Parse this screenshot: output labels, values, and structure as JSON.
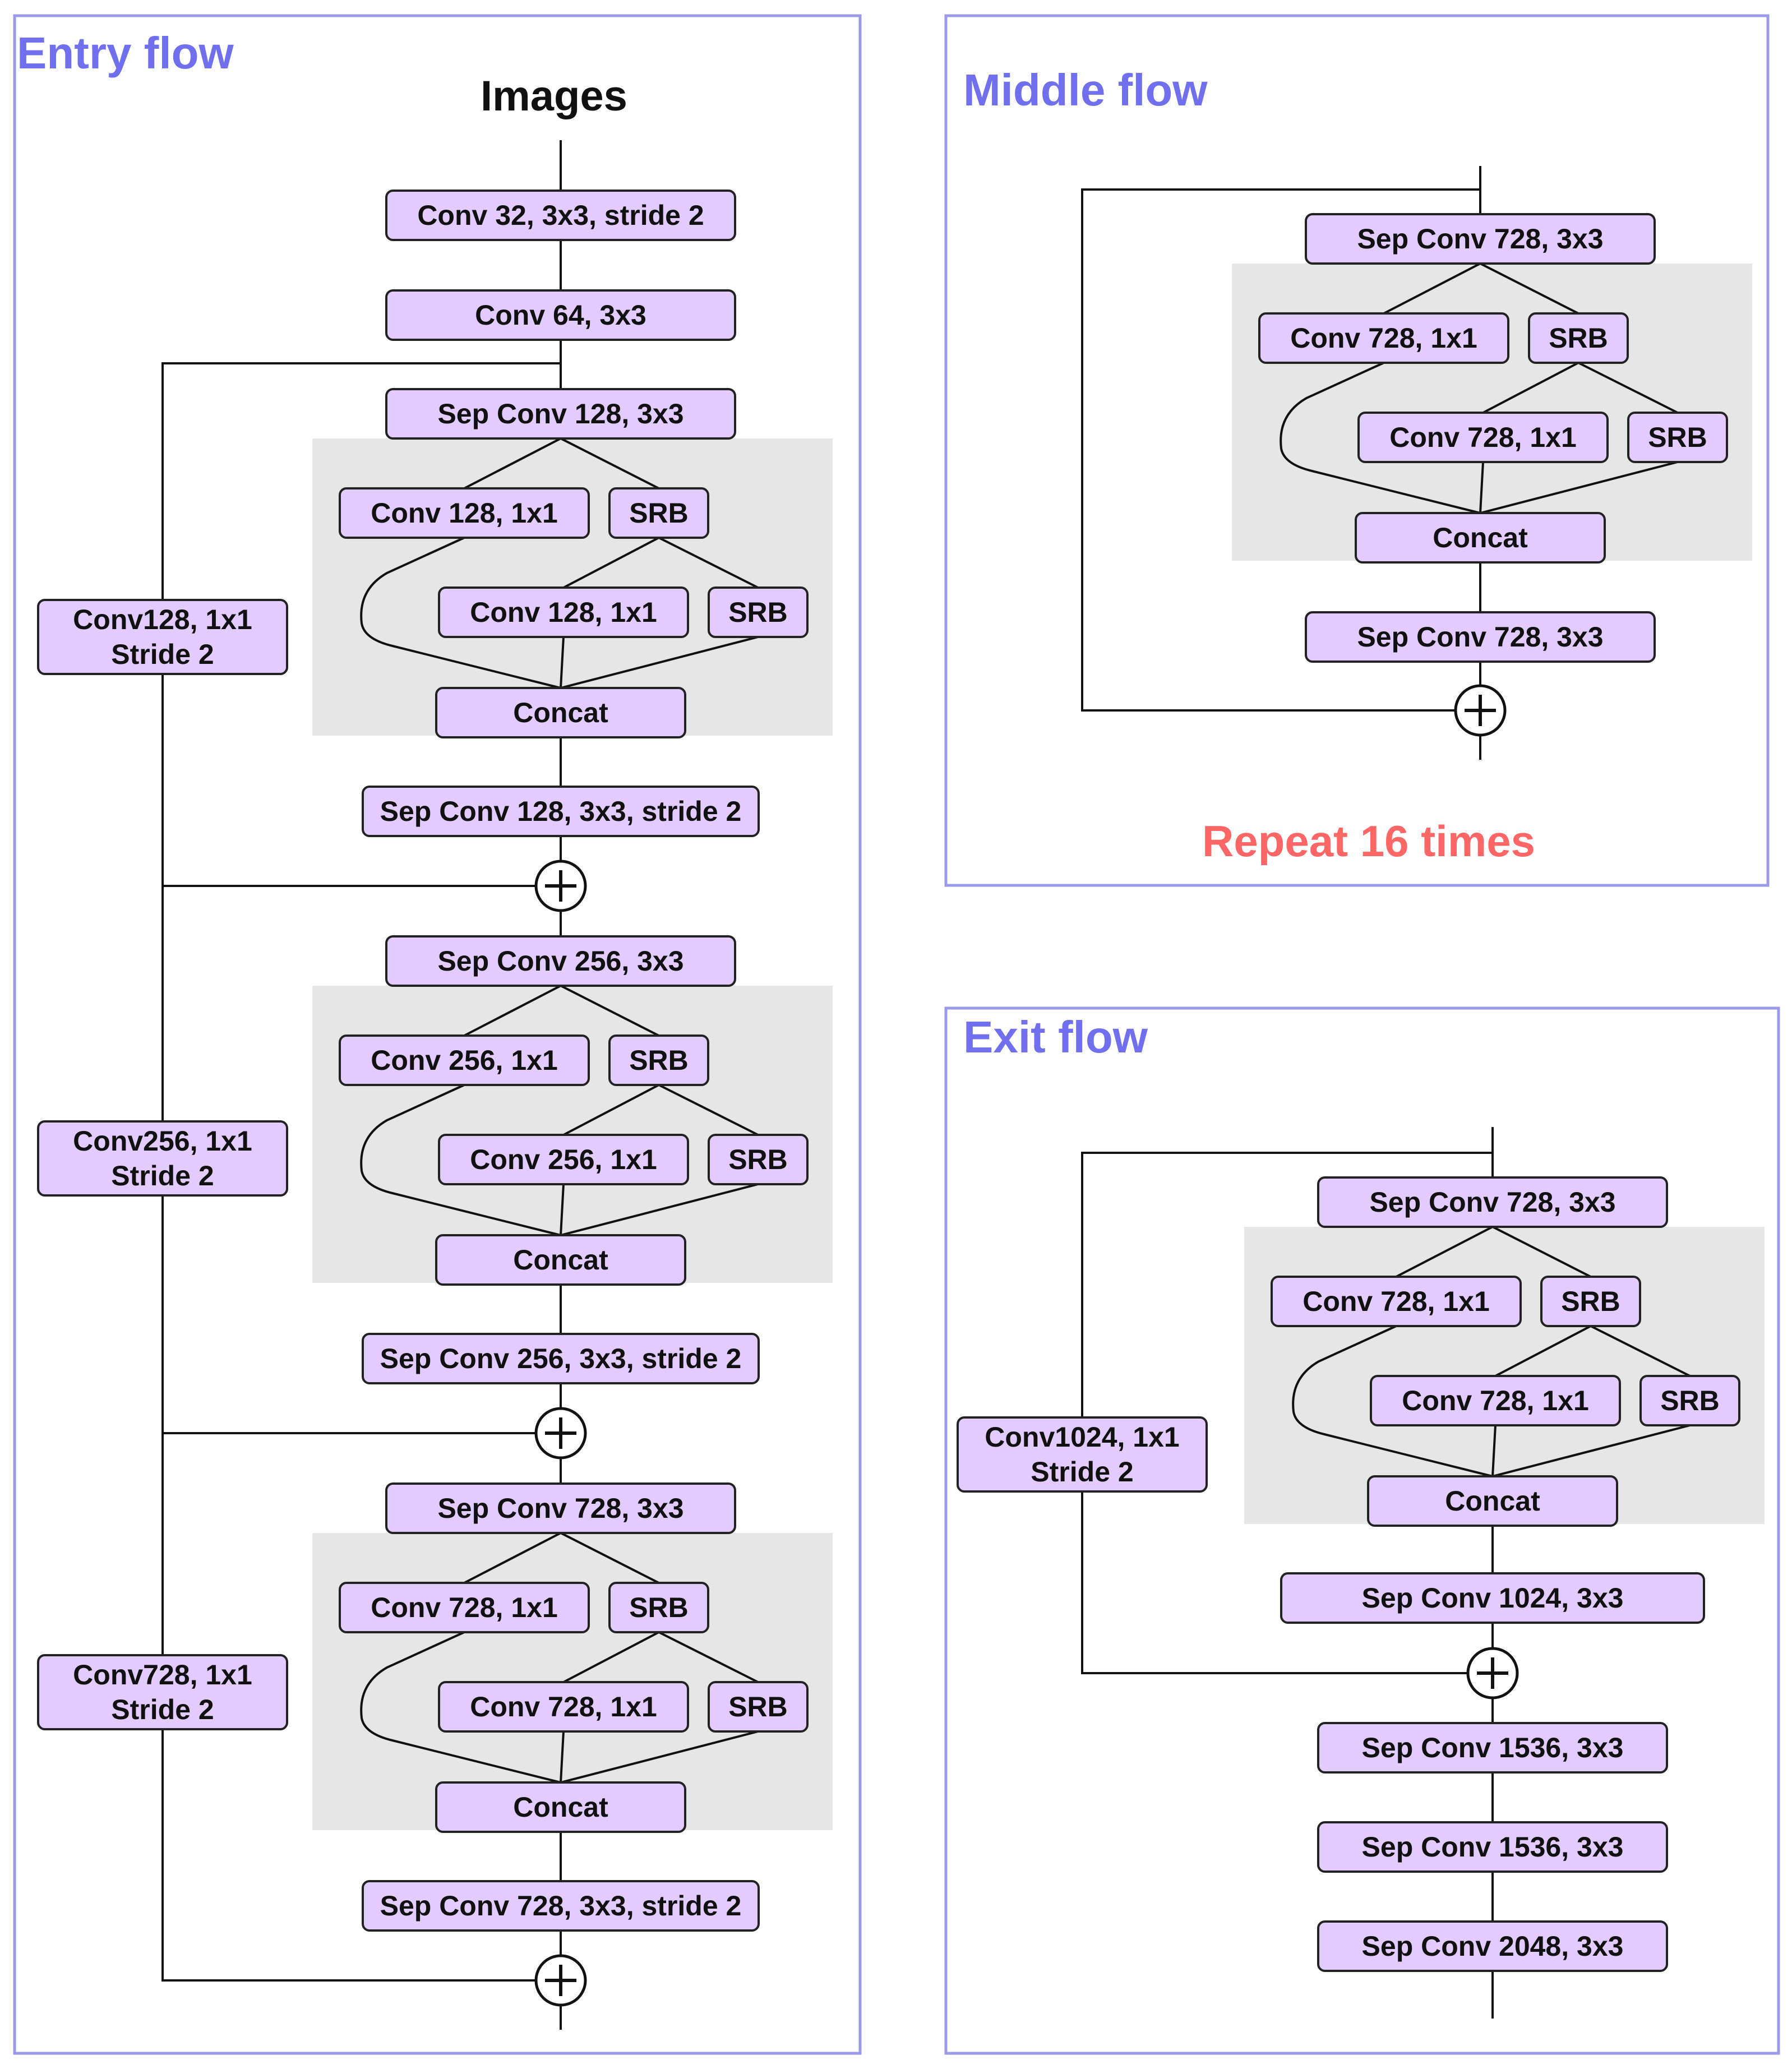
{
  "entry": {
    "title": "Entry flow",
    "images_label": "Images",
    "stem": [
      "Conv 32, 3x3, stride 2",
      "Conv 64, 3x3"
    ],
    "stages": [
      {
        "sep_in": "Sep Conv 128, 3x3",
        "conv_a": "Conv 128, 1x1",
        "srb_a": "SRB",
        "conv_b": "Conv 128, 1x1",
        "srb_b": "SRB",
        "concat": "Concat",
        "sep_out": "Sep Conv 128, 3x3, stride 2",
        "shortcut": [
          "Conv128, 1x1",
          "Stride 2"
        ]
      },
      {
        "sep_in": "Sep Conv 256, 3x3",
        "conv_a": "Conv 256, 1x1",
        "srb_a": "SRB",
        "conv_b": "Conv 256, 1x1",
        "srb_b": "SRB",
        "concat": "Concat",
        "sep_out": "Sep Conv 256, 3x3, stride 2",
        "shortcut": [
          "Conv256, 1x1",
          "Stride 2"
        ]
      },
      {
        "sep_in": "Sep Conv 728, 3x3",
        "conv_a": "Conv 728, 1x1",
        "srb_a": "SRB",
        "conv_b": "Conv 728, 1x1",
        "srb_b": "SRB",
        "concat": "Concat",
        "sep_out": "Sep Conv 728, 3x3, stride 2",
        "shortcut": [
          "Conv728, 1x1",
          "Stride 2"
        ]
      }
    ]
  },
  "middle": {
    "title": "Middle flow",
    "sep_in": "Sep Conv 728, 3x3",
    "conv_a": "Conv 728, 1x1",
    "srb_a": "SRB",
    "conv_b": "Conv 728, 1x1",
    "srb_b": "SRB",
    "concat": "Concat",
    "sep_out": "Sep Conv 728, 3x3",
    "repeat": "Repeat 16 times"
  },
  "exit": {
    "title": "Exit flow",
    "sep_in": "Sep Conv 728, 3x3",
    "conv_a": "Conv 728, 1x1",
    "srb_a": "SRB",
    "conv_b": "Conv 728, 1x1",
    "srb_b": "SRB",
    "concat": "Concat",
    "sep_out": "Sep Conv 1024, 3x3",
    "shortcut": [
      "Conv1024, 1x1",
      "Stride 2"
    ],
    "tail": [
      "Sep Conv 1536, 3x3",
      "Sep Conv 1536, 3x3",
      "Sep Conv 2048, 3x3"
    ]
  },
  "colors": {
    "box_fill": "#e2ccff",
    "panel_border": "#9a9ae8",
    "title": "#7070ee",
    "repeat": "#ff6666",
    "block_bg": "#e6e6e6"
  }
}
